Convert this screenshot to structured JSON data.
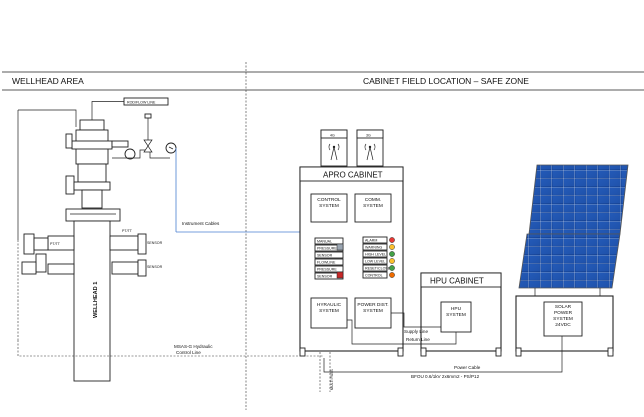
{
  "headers": {
    "left": "WELLHEAD AREA",
    "right": "CABINET FIELD LOCATION – SAFE ZONE"
  },
  "wellhead": {
    "name": "WELLHEAD 1",
    "top_tag": "ROD/FLOW LINE",
    "pt_tag": "PT/TT",
    "small_tag_left": "PT/TT",
    "small_tag_a": "SENSOR",
    "small_tag_b": "SENSOR"
  },
  "cables": {
    "instrument": "Instrument Cables",
    "hydraulic_line1": "MSAS-G Hydraulic",
    "hydraulic_line2": "Control Line",
    "supply": "Supply Line",
    "return": "Return Line",
    "power": "Power Cable",
    "power_spec": "BFOU 0.6/1kV 2x6mm2 - PS/P12",
    "trench": "MULTI PASS"
  },
  "antennas": [
    {
      "label": "4G"
    },
    {
      "label": "3G"
    }
  ],
  "apro": {
    "title": "APRO CABINET",
    "control": "CONTROL SYSTEM",
    "comm": "COMM. SYSTEM",
    "hydraulic": "HYRAULIC SYSTEM",
    "power": "POWER DIST. SYSTEM",
    "indicators": [
      "MANUAL",
      "PRESSURE",
      "SENSOR",
      "FLOWLINE",
      "PRESSURE",
      "SENSOR"
    ],
    "alarms": [
      "ALARM",
      "WARNING",
      "HIGH LEVEL",
      "LOW LEVEL",
      "RESET/CLOSE",
      "CONTROL"
    ],
    "alarm_colors": [
      "#e53935",
      "#fbc02d",
      "#43a047",
      "#fbc02d",
      "#43a047",
      "#ef6c00"
    ]
  },
  "hpu": {
    "title": "HPU CABINET",
    "system": "HPU SYSTEM"
  },
  "solar": {
    "system": "SOLAR POWER SYSTEM 24VDC"
  }
}
